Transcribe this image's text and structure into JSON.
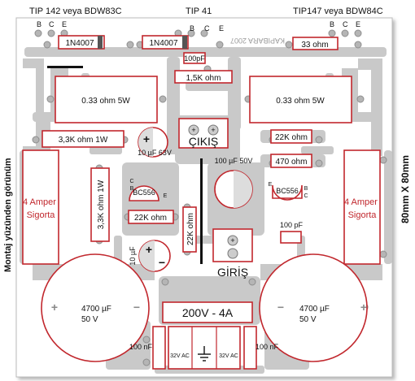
{
  "header": {
    "left_transistor": "TIP 142 veya BDW83C",
    "center_transistor": "TIP 41",
    "right_transistor": "TIP147 veya BDW84C",
    "pin_b": "B",
    "pin_c": "C",
    "pin_e": "E"
  },
  "watermark": "KAPIBARA 2007",
  "side_labels": {
    "left": "Montaj yüzünden görünüm",
    "right": "80mm X 80mm"
  },
  "components": {
    "diode_1": "1N4007",
    "diode_2": "1N4007",
    "cap_100pf_top": "100pF",
    "res_1k5": "1,5K ohm",
    "res_33": "33 ohm",
    "res_033_left": "0.33 ohm 5W",
    "res_033_right": "0.33 ohm 5W",
    "res_3k3_1w": "3,3K ohm 1W",
    "cap_10uf_63v": "10 µF 63V",
    "output_label": "ÇIKIŞ",
    "res_22k_right": "22K ohm",
    "cap_100uf_50v": "100 µF 50V",
    "res_470": "470 ohm",
    "fuse_left": "4 Amper\nSigorta",
    "fuse_right": "4 Amper\nSigorta",
    "transistor_left": "BC556",
    "transistor_right": "BC556",
    "res_3k3_vertical": "3,3K ohm 1W",
    "res_22k_mid": "22K ohm",
    "res_22k_vertical": "22K ohm",
    "cap_100pf_right": "100 pF",
    "cap_10uf": "10 µF",
    "input_label": "GİRİŞ",
    "cap_4700_left": "4700 µF\n50 V",
    "cap_4700_right": "4700 µF\n50 V",
    "supply_label": "200V - 4A",
    "cap_100nf_left": "100 nF",
    "cap_100nf_right": "100 nF",
    "ac_left": "32V AC",
    "ac_right": "32V AC",
    "polarity_plus": "+",
    "polarity_minus": "−"
  },
  "colors": {
    "trace": "#c9c9c9",
    "pad": "#b5b5b5",
    "outline": "#c1272d",
    "text": "#111111",
    "background": "#ffffff"
  }
}
